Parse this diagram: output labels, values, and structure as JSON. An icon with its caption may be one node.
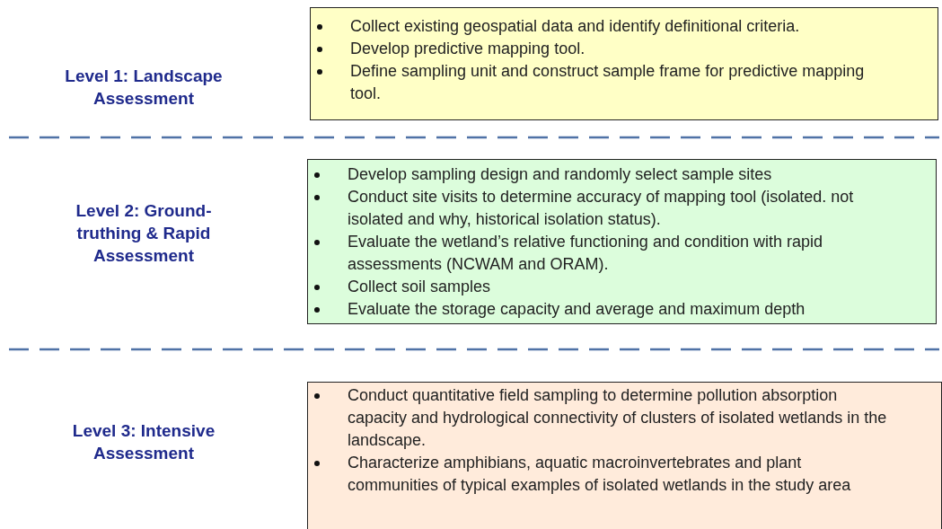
{
  "diagram": {
    "nodes": [
      {
        "text": [
          "Collect existing geospatial data and identify definitional criteria.",
          "Develop predictive mapping tool.",
          "Define sampling unit and construct sample frame for predictive mapping tool."
        ]
      },
      {
        "text": [
          "Develop sampling design and randomly select sample sites",
          "Conduct site visits to determine accuracy of mapping tool (isolated. not isolated and why, historical isolation status).",
          "Evaluate the wetland’s relative functioning and condition with rapid assessments (NCWAM and ORAM).",
          "Collect soil samples",
          "Evaluate the storage capacity and average and maximum depth"
        ]
      },
      {
        "text": [
          "Conduct quantitative field sampling to determine pollution absorption capacity and hydrological connectivity of clusters of isolated wetlands in the landscape.",
          "Characterize amphibians, aquatic macroinvertebrates and plant communities of typical examples of isolated wetlands in the study area"
        ]
      }
    ],
    "labels": [
      "Level 1: Landscape Assessment",
      "Level 2: Ground-truthing & Rapid Assessment",
      "Level 3: Intensive Assessment"
    ]
  }
}
